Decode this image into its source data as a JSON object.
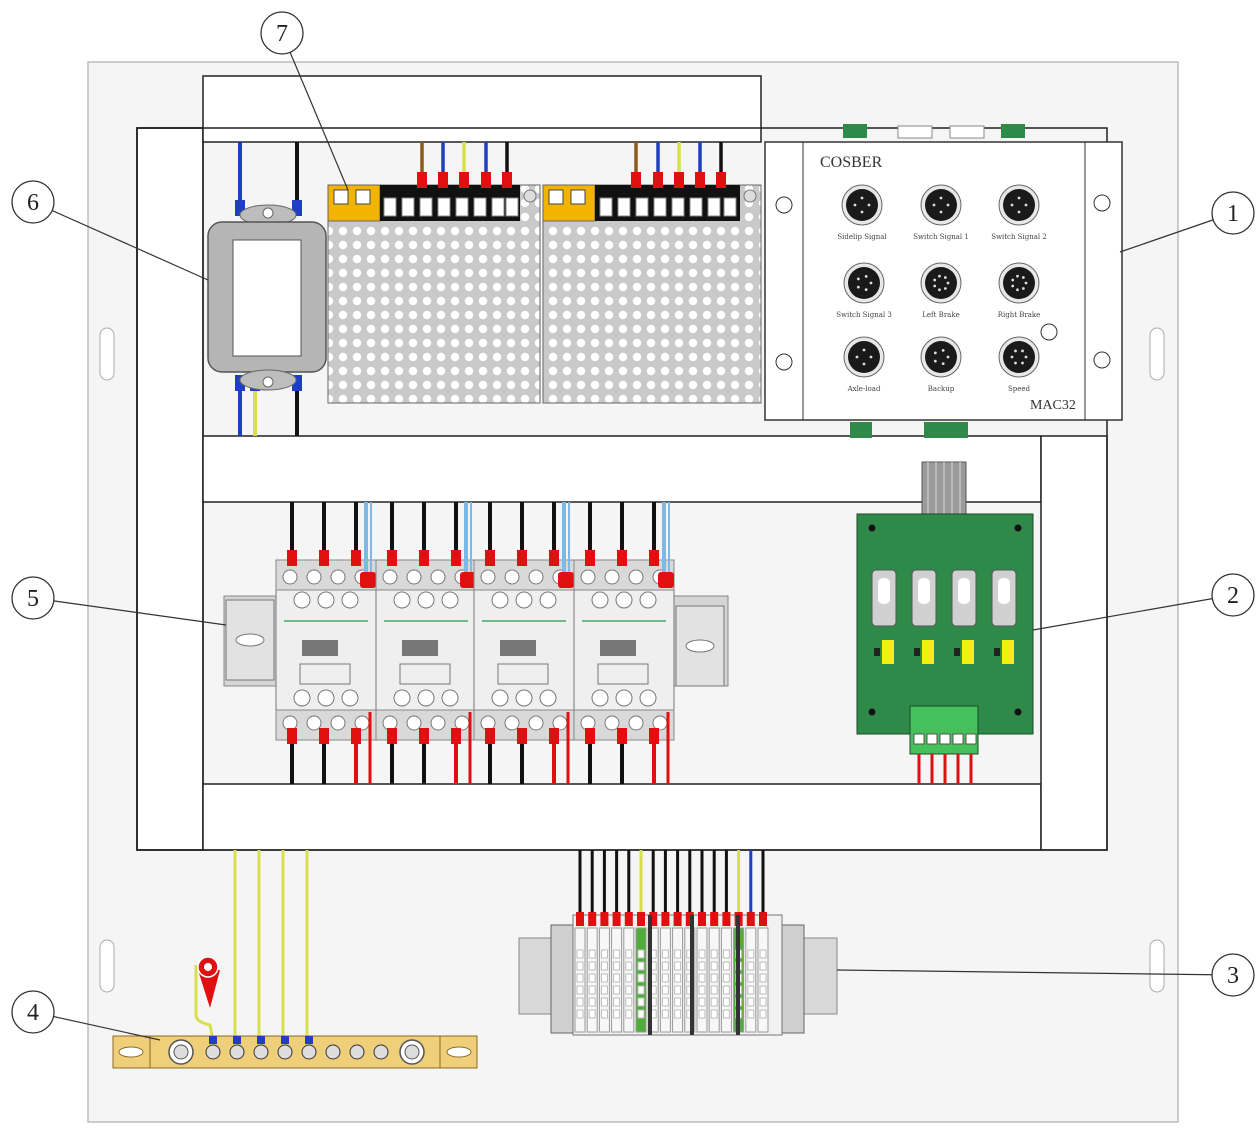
{
  "callouts": [
    {
      "id": "1",
      "name": "callout-1"
    },
    {
      "id": "2",
      "name": "callout-2"
    },
    {
      "id": "3",
      "name": "callout-3"
    },
    {
      "id": "4",
      "name": "callout-4"
    },
    {
      "id": "5",
      "name": "callout-5"
    },
    {
      "id": "6",
      "name": "callout-6"
    },
    {
      "id": "7",
      "name": "callout-7"
    }
  ],
  "controller": {
    "brand": "COSBER",
    "model": "MAC32",
    "connectors": [
      {
        "label": "Sidelip Signal"
      },
      {
        "label": "Switch Signal 1"
      },
      {
        "label": "Switch Signal 2"
      },
      {
        "label": "Switch Signal 3"
      },
      {
        "label": "Left Brake"
      },
      {
        "label": "Right Brake"
      },
      {
        "label": "Axle-load"
      },
      {
        "label": "Backup"
      },
      {
        "label": "Speed"
      }
    ]
  },
  "colors": {
    "panel": "#f4f4f4",
    "wire_black": "#111111",
    "wire_blue": "#1f3fbf",
    "wire_yellow": "#d7e04a",
    "wire_brown": "#8a5a1a",
    "wire_lightblue": "#7fb8e0",
    "ferrule_red": "#e01010",
    "psu_yellow": "#f2b400",
    "pcb_green": "#2f8a4a",
    "busbar_brass": "#efcf7a"
  }
}
